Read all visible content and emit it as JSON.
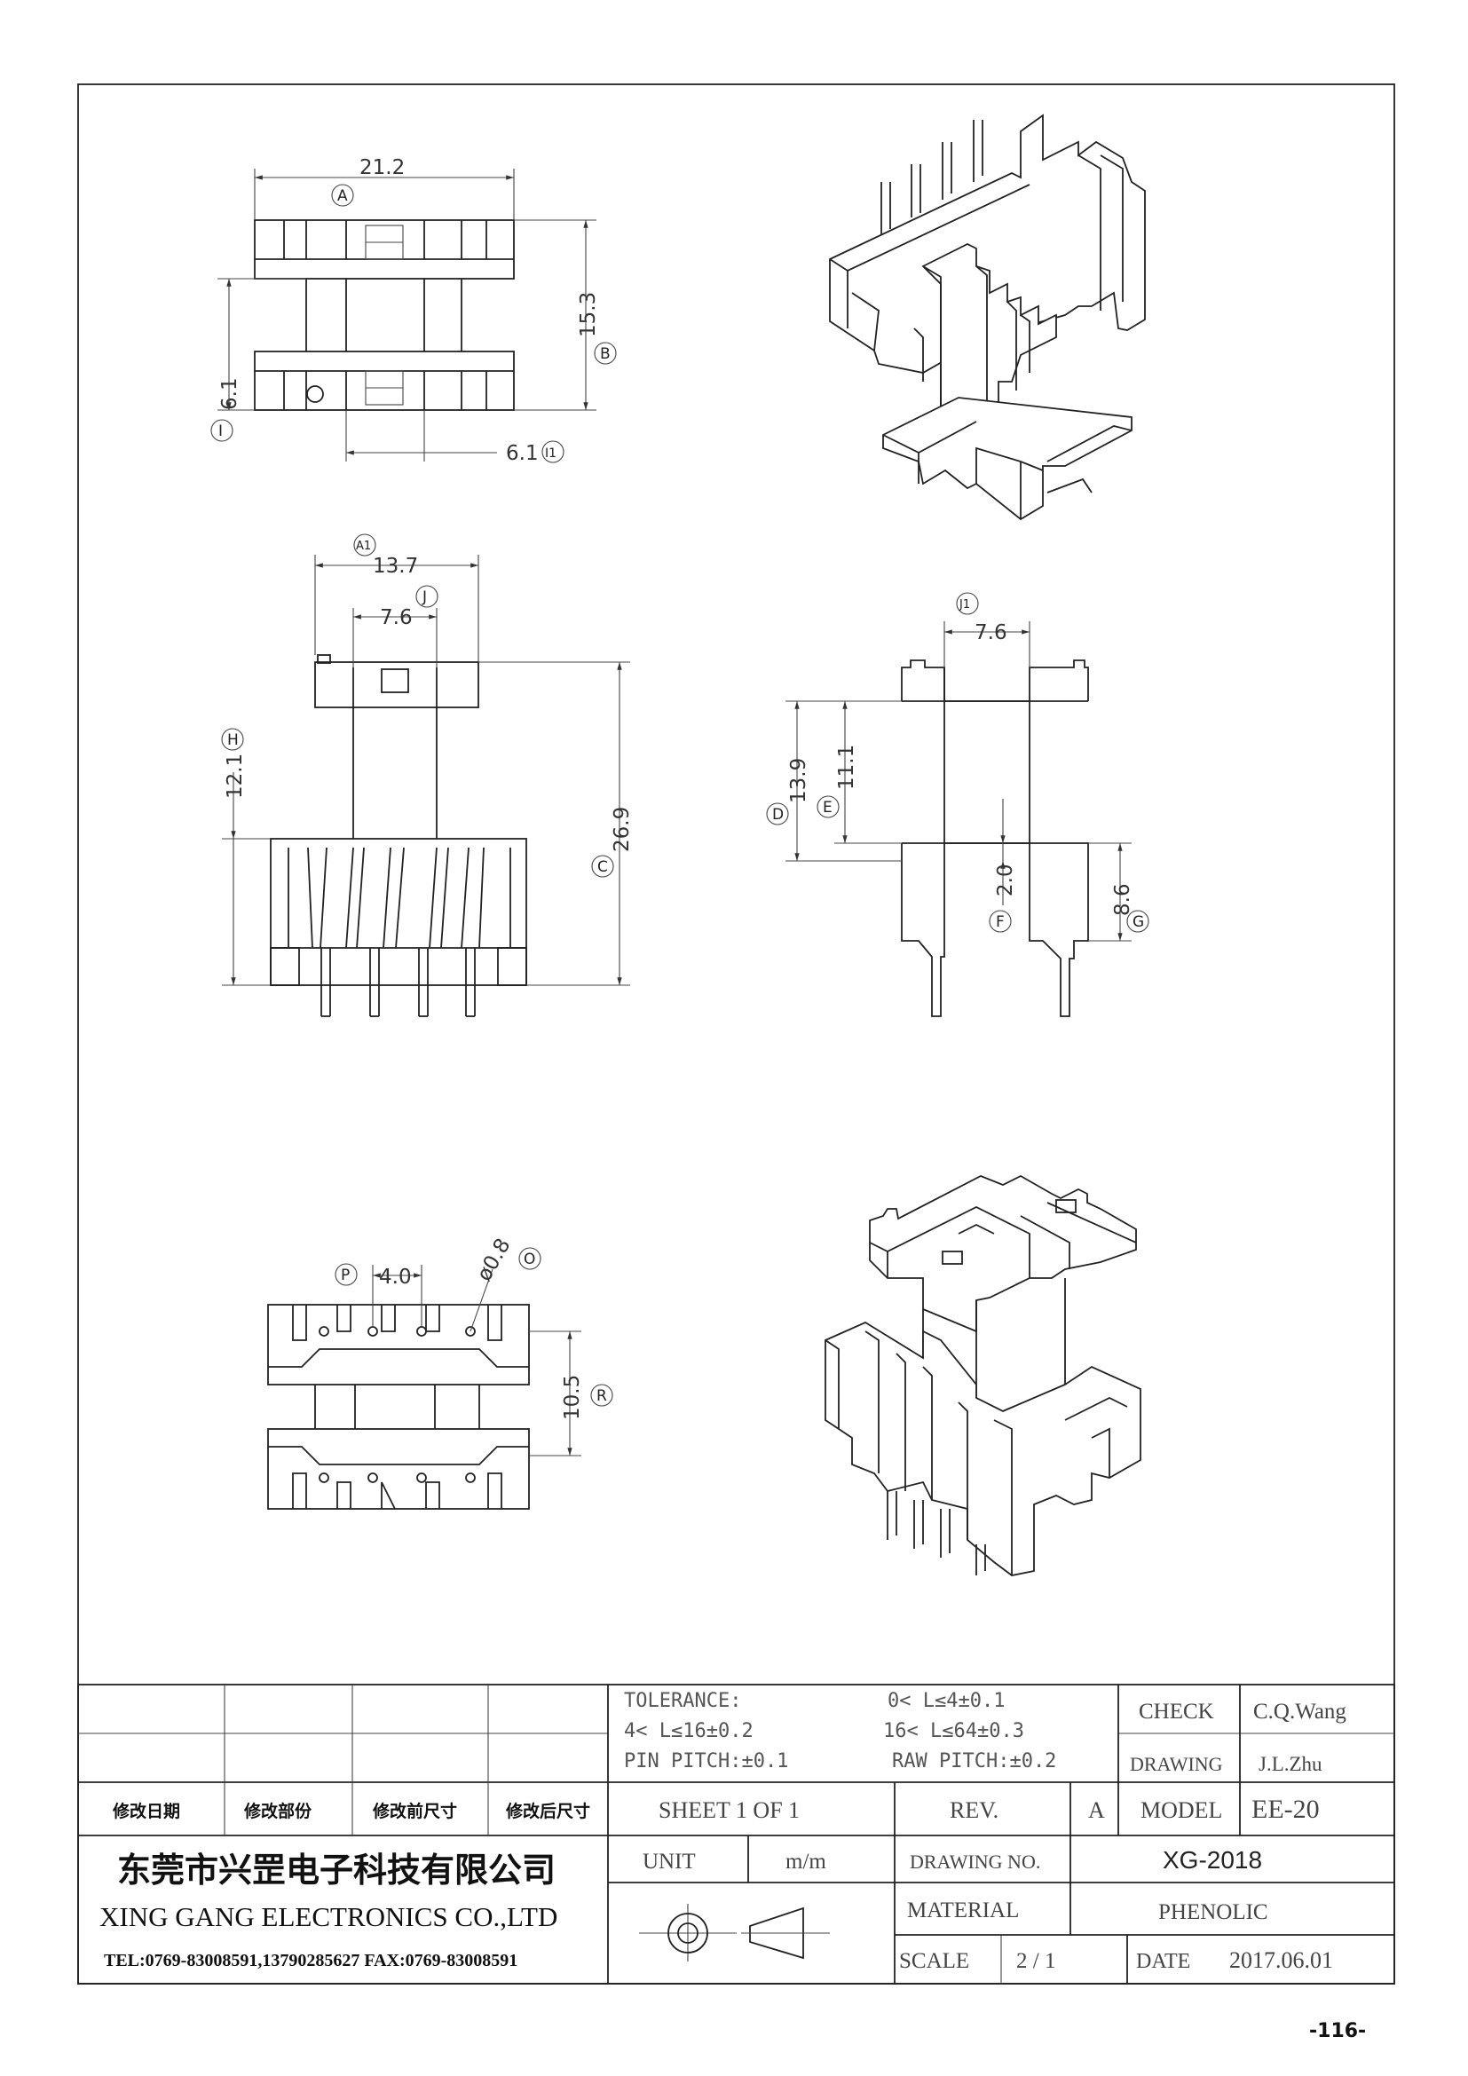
{
  "dimensions": {
    "top_view": {
      "A": "21.2",
      "B": "15.3",
      "I": "6.1",
      "I1": "6.1"
    },
    "front_view": {
      "A1": "13.7",
      "J": "7.6",
      "H": "12.1",
      "C": "26.9"
    },
    "side_view": {
      "J1": "7.6",
      "D": "13.9",
      "E": "11.1",
      "F": "2.0",
      "G": "8.6"
    },
    "bottom_view": {
      "P": "4.0",
      "O": "ø0.8",
      "R": "10.5"
    }
  },
  "callouts": {
    "A": "A",
    "B": "B",
    "I": "I",
    "I1": "I1",
    "A1": "A1",
    "J": "J",
    "H": "H",
    "C": "C",
    "J1": "J1",
    "D": "D",
    "E": "E",
    "F": "F",
    "G": "G",
    "P": "P",
    "O": "O",
    "R": "R"
  },
  "title_block": {
    "tolerance_label": "TOLERANCE:",
    "tol_1": "0< L≤4±0.1",
    "tol_2": "4< L≤16±0.2",
    "tol_3": "16< L≤64±0.3",
    "pin_pitch": "PIN PITCH:±0.1",
    "raw_pitch": "RAW PITCH:±0.2",
    "check_label": "CHECK",
    "check_value": "C.Q.Wang",
    "drawing_label": "DRAWING",
    "drawing_value": "J.L.Zhu",
    "rev_headers": [
      "修改日期",
      "修改部份",
      "修改前尺寸",
      "修改后尺寸"
    ],
    "sheet": "SHEET 1 OF 1",
    "rev_label": "REV.",
    "rev_value": "A",
    "model_label": "MODEL",
    "model_value": "EE-20",
    "company_cn": "东莞市兴罡电子科技有限公司",
    "company_en": "XING GANG ELECTRONICS CO.,LTD",
    "contact": "TEL:0769-83008591,13790285627 FAX:0769-83008591",
    "unit_label": "UNIT",
    "unit_value": "m/m",
    "drawing_no_label": "DRAWING NO.",
    "drawing_no_value": "XG-2018",
    "material_label": "MATERIAL",
    "material_value": "PHENOLIC",
    "scale_label": "SCALE",
    "scale_value": "2 / 1",
    "date_label": "DATE",
    "date_value": "2017.06.01"
  },
  "page_number": "-116-"
}
